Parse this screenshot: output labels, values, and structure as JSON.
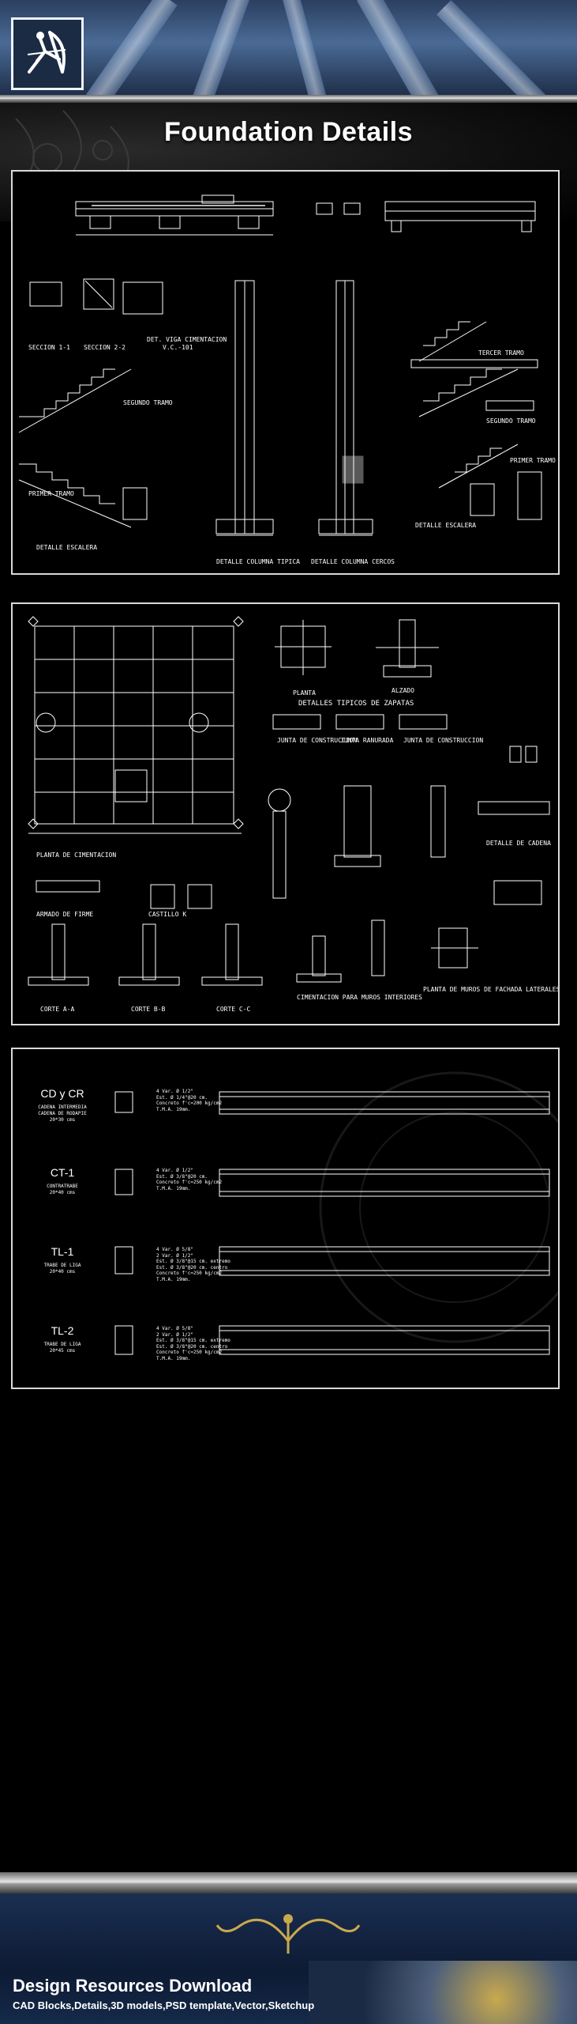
{
  "title": "Foundation Details",
  "panel1": {
    "labels": {
      "seccion_1": "SECCION 1-1",
      "seccion_2": "SECCION 2-2",
      "det_viga": "DET. VIGA CIMENTACION",
      "vc": "V.C.-101",
      "segundo_tramo": "SEGUNDO TRAMO",
      "primer_tramo": "PRIMER TRAMO",
      "detalle_escalera": "DETALLE ESCALERA",
      "tercer_tramo": "TERCER TRAMO",
      "segundo_tramo_r": "SEGUNDO TRAMO",
      "primer_tramo_r": "PRIMER TRAMO",
      "detalle_escalera_r": "DETALLE ESCALERA",
      "col_tipica": "DETALLE COLUMNA TIPICA",
      "col_cercos": "DETALLE COLUMNA CERCOS"
    }
  },
  "panel2": {
    "labels": {
      "planta": "PLANTA",
      "alzado": "ALZADO",
      "detalles_tipicos": "DETALLES TIPICOS DE ZAPATAS",
      "planta_cimentacion": "PLANTA DE CIMENTACION",
      "armado_firme": "ARMADO DE FIRME",
      "castillo": "CASTILLO K",
      "corte_a": "CORTE A-A",
      "corte_b": "CORTE B-B",
      "corte_c": "CORTE C-C",
      "cim_muros": "CIMENTACION PARA MUROS INTERIORES",
      "planta_muros": "PLANTA DE MUROS DE FACHADA LATERALES DETALLE \"I\"",
      "detalle_cadena": "DETALLE DE CADENA",
      "junta_const": "JUNTA DE CONSTRUCCION",
      "junta_ranurada": "JUNTA RANURADA",
      "junta_const2": "JUNTA DE CONSTRUCCION"
    }
  },
  "panel3": {
    "beams": [
      {
        "name": "CD y CR",
        "sub": "CADENA INTERMEDIA\nCADENA DE RODAPIE\n20*30 cms",
        "spec": "4 Var. Ø 1/2\"\nEst. Ø 1/4\"@20 cm.\nConcreto f'c=200 kg/cm2\nT.M.A. 19mm."
      },
      {
        "name": "CT-1",
        "sub": "CONTRATRABE\n20*40 cms",
        "spec": "4 Var. Ø 1/2\"\nEst. Ø 3/8\"@20 cm.\nConcreto f'c=250 kg/cm2\nT.M.A. 19mm."
      },
      {
        "name": "TL-1",
        "sub": "TRABE DE LIGA\n20*40 cms",
        "spec": "4 Var. Ø 5/8\"\n2 Var. Ø 1/2\"\nEst. Ø 3/8\"@15 cm. extremo\nEst. Ø 3/8\"@20 cm. centro\nConcreto f'c=250 kg/cm2\nT.M.A. 19mm."
      },
      {
        "name": "TL-2",
        "sub": "TRABE DE LIGA\n20*45 cms",
        "spec": "4 Var. Ø 5/8\"\n2 Var. Ø 1/2\"\nEst. Ø 3/8\"@15 cm. extremo\nEst. Ø 3/8\"@20 cm. centro\nConcreto f'c=250 kg/cm2\nT.M.A. 19mm."
      }
    ]
  },
  "footer": {
    "title": "Design Resources Download",
    "subtitle": "CAD Blocks,Details,3D models,PSD template,Vector,Sketchup"
  },
  "colors": {
    "background": "#000000",
    "line": "#ffffff",
    "panel_border": "#d9d9d9",
    "header_blue": "#4a6a95",
    "footer_blue": "#1a2f52",
    "gold": "#c9a94d"
  },
  "icons": [
    "archer-logo-icon",
    "gold-ornament-icon"
  ]
}
